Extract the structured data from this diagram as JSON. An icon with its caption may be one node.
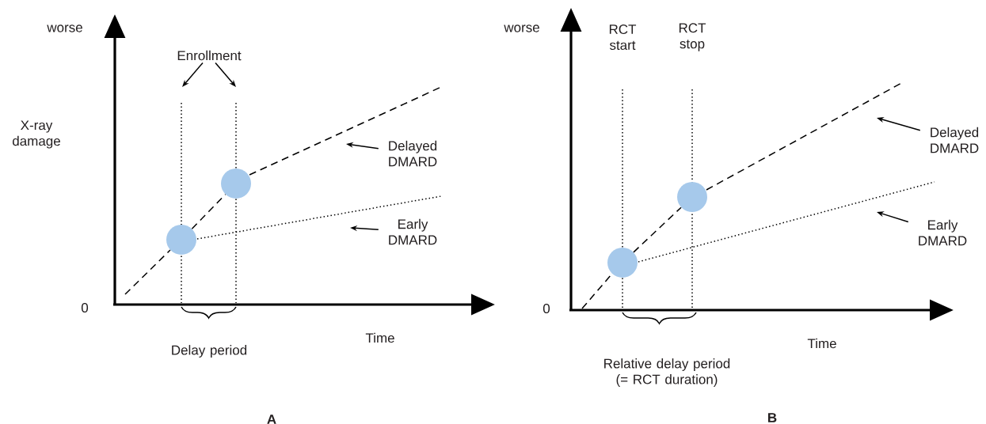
{
  "diagram": {
    "nodes": [
      {
        "text": [
          "Delayed DMARD"
        ]
      },
      {
        "text": [
          "Early DMARD"
        ]
      },
      {
        "text": [
          "Enrollment"
        ]
      },
      {
        "text": [],
        "shape": "circle"
      },
      {
        "text": [],
        "shape": "circle"
      },
      {
        "text": [
          "Delayed DMARD"
        ]
      },
      {
        "text": [
          "Early DMARD"
        ]
      },
      {
        "text": [],
        "shape": "circle"
      },
      {
        "text": [],
        "shape": "circle"
      }
    ],
    "edges": [
      {
        "from": 0,
        "to": null,
        "arrow": "to"
      },
      {
        "from": 1,
        "to": null,
        "arrow": "to"
      },
      {
        "from": 2,
        "to": null,
        "arrow": "to"
      },
      {
        "from": 2,
        "to": null,
        "arrow": "to"
      },
      {
        "from": 3,
        "to": 4,
        "arrow": "none",
        "style": "dashed"
      },
      {
        "from": 5,
        "to": null,
        "arrow": "to"
      },
      {
        "from": 6,
        "to": null,
        "arrow": "to"
      },
      {
        "from": 7,
        "to": 8,
        "arrow": "none",
        "style": "dashed"
      }
    ],
    "labels": [
      "worse",
      "X-ray damage",
      "0",
      "Time",
      "Delay period",
      "A",
      "worse",
      "RCT start",
      "RCT stop",
      "0",
      "Time",
      "Relative delay period (= RCT duration)",
      "B"
    ]
  }
}
